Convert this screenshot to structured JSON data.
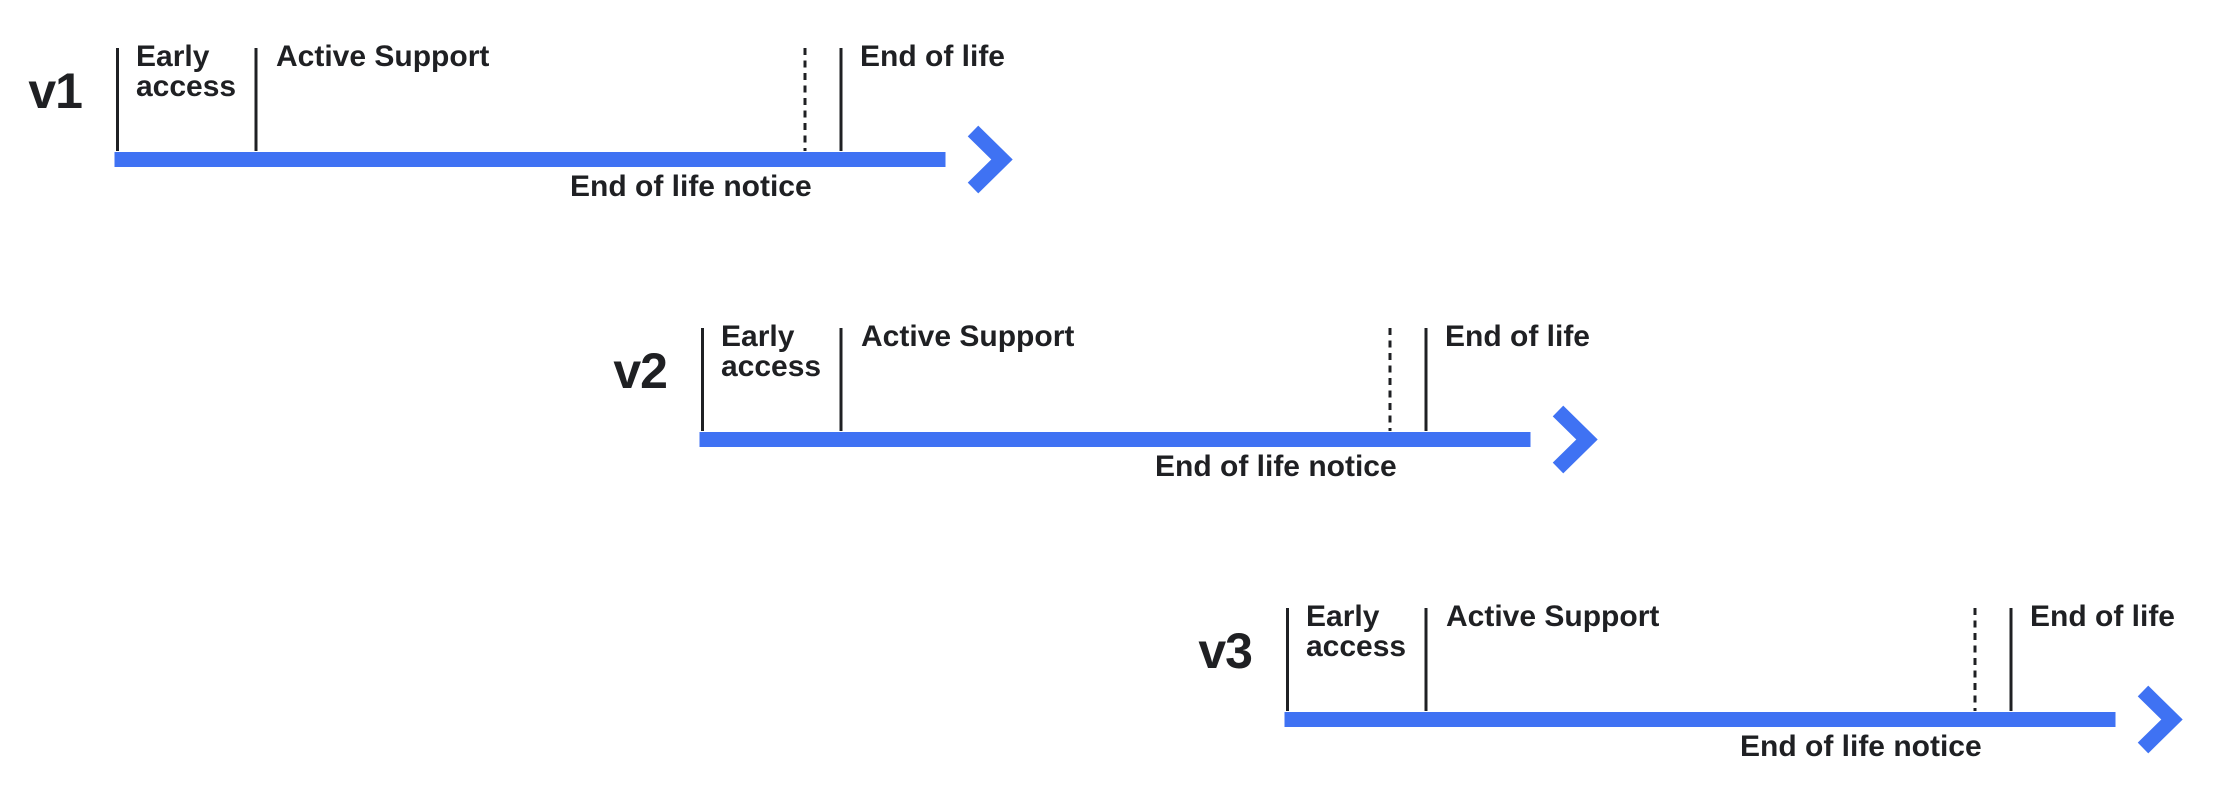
{
  "colors": {
    "arrow_blue": "#3F72F3",
    "ink": "#1F2023"
  },
  "rows": [
    {
      "version": "v1",
      "early_access_label": "Early access",
      "active_support_label": "Active Support",
      "end_of_life_label": "End of life",
      "end_of_life_notice_label": "End of life notice"
    },
    {
      "version": "v2",
      "early_access_label": "Early access",
      "active_support_label": "Active Support",
      "end_of_life_label": "End of life",
      "end_of_life_notice_label": "End of life notice"
    },
    {
      "version": "v3",
      "early_access_label": "Early access",
      "active_support_label": "Active Support",
      "end_of_life_label": "End of life",
      "end_of_life_notice_label": "End of life notice"
    }
  ]
}
